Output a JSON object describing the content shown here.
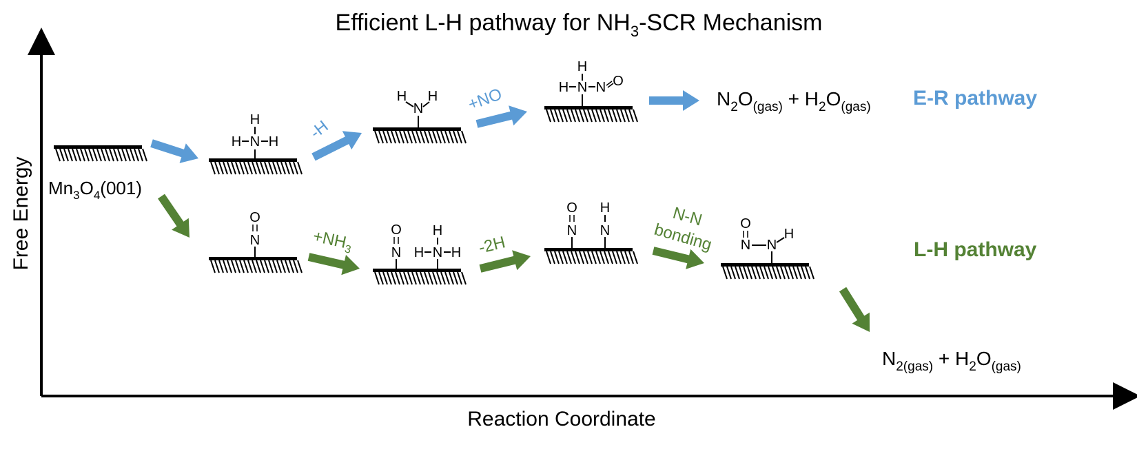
{
  "title": {
    "main": "Efficient L-H pathway for NH",
    "sub": "3",
    "tail": "-SCR Mechanism"
  },
  "axes": {
    "x_label": "Reaction Coordinate",
    "y_label": "Free Energy"
  },
  "start_label": {
    "a": "Mn",
    "s1": "3",
    "b": "O",
    "s2": "4",
    "c": "(001)"
  },
  "colors": {
    "er": "#5b9bd5",
    "lh": "#548235",
    "axis": "#000000"
  },
  "er": {
    "pathway_label": "E-R pathway",
    "step1": "-H",
    "step2": "+NO",
    "product": {
      "n": "N",
      "s1": "2",
      "o": "O",
      "g1": "(gas)",
      "plus": " + H",
      "s2": "2",
      "o2": "O",
      "g2": "(gas)"
    }
  },
  "lh": {
    "pathway_label": "L-H pathway",
    "step1_a": "+NH",
    "step1_sub": "3",
    "step2": "-2H",
    "step3_line1": "N-N",
    "step3_line2": "bonding",
    "product": {
      "n": "N",
      "s1": "2(gas)",
      "plus": " + H",
      "s2": "2",
      "o": "O",
      "g": "(gas)"
    }
  },
  "atoms": {
    "H": "H",
    "N": "N",
    "O": "O",
    "bond": "–"
  }
}
